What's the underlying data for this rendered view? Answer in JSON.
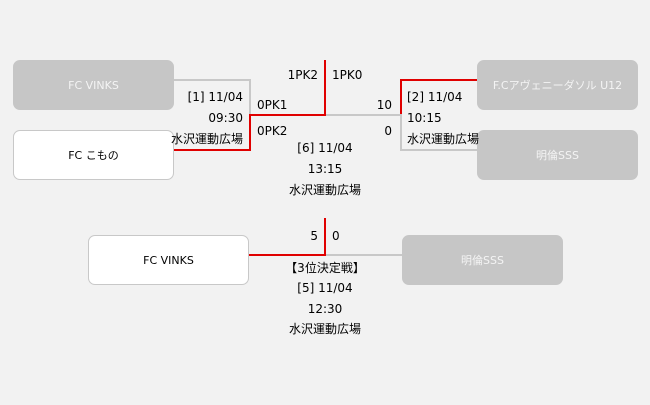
{
  "teams": {
    "vinks": "FC VINKS",
    "komono": "FC こもの",
    "avvenire": "F.Cアヴェニーダソル U12",
    "meirin": "明倫SSS"
  },
  "match1": {
    "no_date": "[1] 11/04",
    "time": "09:30",
    "venue": "水沢運動広場",
    "score_top": "0PK1",
    "score_bottom": "0PK2"
  },
  "match2": {
    "no_date": "[2] 11/04",
    "time": "10:15",
    "venue": "水沢運動広場",
    "score_top": "10",
    "score_bottom": "0"
  },
  "final": {
    "score_left": "1PK2",
    "score_right": "1PK0",
    "no_date": "[6] 11/04",
    "time": "13:15",
    "venue": "水沢運動広場"
  },
  "third": {
    "score_left": "5",
    "score_right": "0",
    "title": "【3位決定戦】",
    "no_date": "[5] 11/04",
    "time": "12:30",
    "venue": "水沢運動広場"
  },
  "colors": {
    "winner_line": "#e00000",
    "loser_line": "#c8c8c8",
    "winner_box": "#ffffff",
    "loser_box": "#c6c6c6"
  }
}
